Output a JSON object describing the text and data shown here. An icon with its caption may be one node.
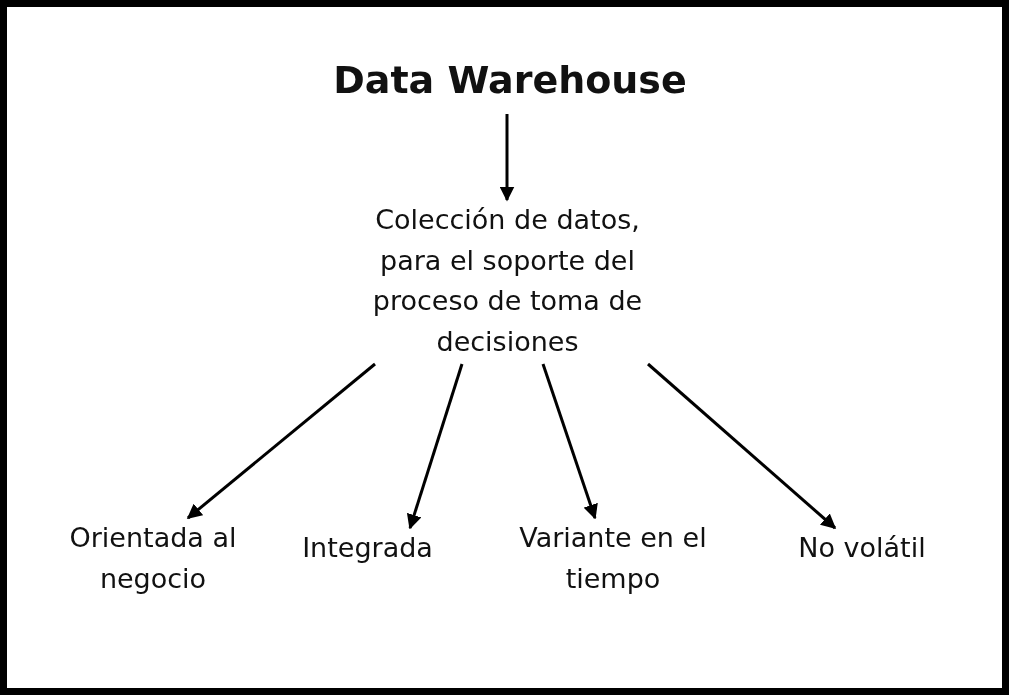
{
  "diagram": {
    "nodes": [
      {
        "text": [
          "Data Warehouse"
        ]
      },
      {
        "text": [
          "Colección de datos, para el soporte del proceso de toma de decisiones"
        ]
      },
      {
        "text": [
          "Orientada al negocio"
        ]
      },
      {
        "text": [
          "Integrada"
        ]
      },
      {
        "text": [
          "Variante en el tiempo"
        ]
      },
      {
        "text": [
          "No volátil"
        ]
      }
    ],
    "edges": [
      {
        "from": 0,
        "to": 1,
        "arrow": "to"
      },
      {
        "from": 1,
        "to": 2,
        "arrow": "to"
      },
      {
        "from": 1,
        "to": 3,
        "arrow": "to"
      },
      {
        "from": 1,
        "to": 4,
        "arrow": "to"
      },
      {
        "from": 1,
        "to": 5,
        "arrow": "to"
      }
    ]
  }
}
